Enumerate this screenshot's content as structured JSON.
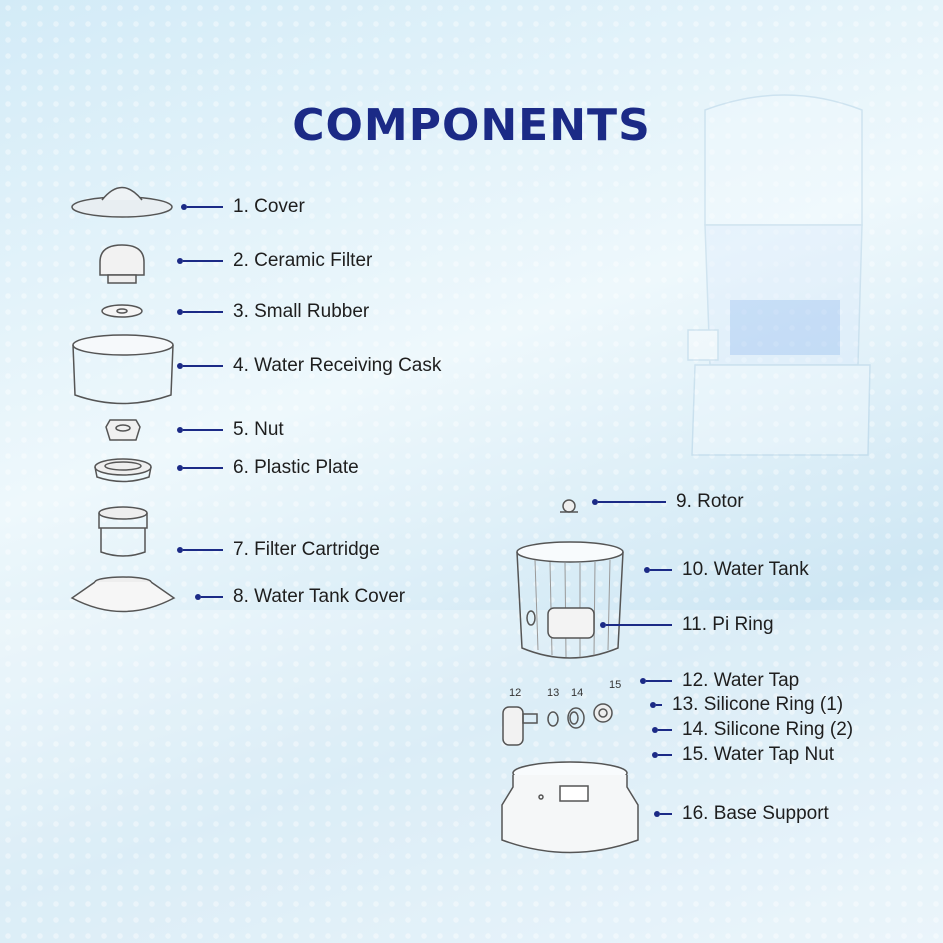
{
  "title": "COMPONENTS",
  "components": [
    {
      "label": "1. Cover"
    },
    {
      "label": "2. Ceramic Filter"
    },
    {
      "label": "3. Small Rubber"
    },
    {
      "label": "4. Water Receiving Cask"
    },
    {
      "label": "5. Nut"
    },
    {
      "label": "6. Plastic Plate"
    },
    {
      "label": "7. Filter Cartridge"
    },
    {
      "label": "8. Water Tank Cover"
    },
    {
      "label": "9. Rotor"
    },
    {
      "label": "10. Water Tank"
    },
    {
      "label": "11. Pi Ring"
    },
    {
      "label": "12. Water Tap"
    },
    {
      "label": "13. Silicone Ring (1)"
    },
    {
      "label": "14. Silicone Ring (2)"
    },
    {
      "label": "15. Water Tap Nut"
    },
    {
      "label": "16. Base Support"
    }
  ],
  "part_numbers": [
    "12",
    "13",
    "14",
    "15"
  ],
  "colors": {
    "accent": "#1b2a86",
    "text": "#1e1e1e"
  }
}
